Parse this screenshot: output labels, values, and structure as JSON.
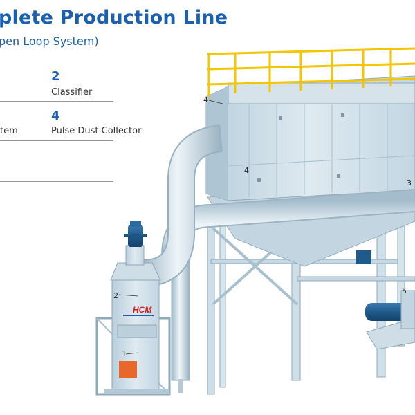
{
  "header": {
    "title": "plete Production Line",
    "subtitle": "pen Loop System)"
  },
  "legend": {
    "items": [
      {
        "number": "2",
        "label": "Classifier"
      },
      {
        "number": "4",
        "label": "Pulse Dust Collector"
      }
    ],
    "partial_left_label": "tem"
  },
  "machine": {
    "brand": "HCM",
    "callouts": [
      "1",
      "2",
      "3",
      "4",
      "4",
      "5"
    ]
  },
  "colors": {
    "brand_blue": "#1a5fb0",
    "steel": "#c9dbe6",
    "steel_dark": "#8fa9b8",
    "railing": "#f2c600",
    "motor_blue": "#1f5a8a",
    "orange_panel": "#e8672a"
  }
}
